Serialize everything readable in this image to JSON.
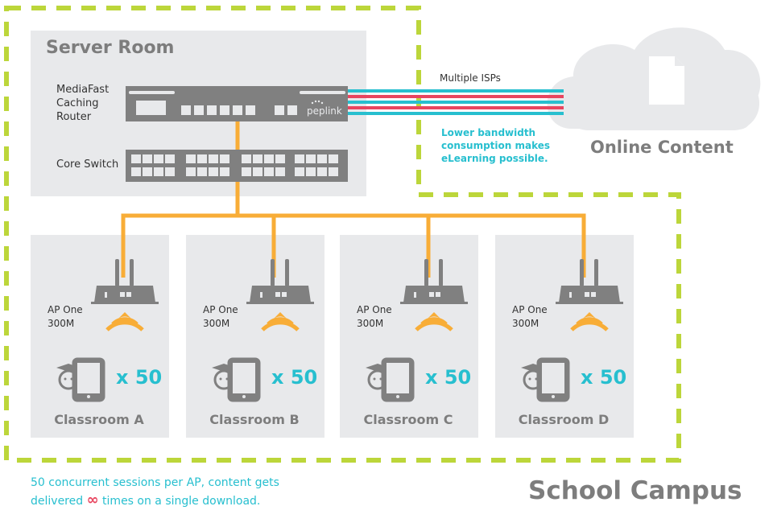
{
  "campus": {
    "title": "School Campus",
    "border_color": "#bcd63a"
  },
  "server_room": {
    "title": "Server Room",
    "router_label_lines": [
      "MediaFast",
      "Caching",
      "Router"
    ],
    "router_brand": "peplink",
    "switch_label": "Core Switch"
  },
  "isp": {
    "label": "Multiple ISPs",
    "line_colors": [
      "#27bfcf",
      "#e8455f",
      "#27bfcf",
      "#e8455f",
      "#27bfcf"
    ],
    "note_lines": [
      "Lower bandwidth",
      "consumption makes",
      "eLearning possible."
    ]
  },
  "cloud": {
    "label": "Online Content",
    "icon": "document-icon"
  },
  "classrooms": [
    {
      "name": "Classroom A",
      "ap_line1": "AP One",
      "ap_line2": "300M",
      "count": "x 50"
    },
    {
      "name": "Classroom B",
      "ap_line1": "AP One",
      "ap_line2": "300M",
      "count": "x 50"
    },
    {
      "name": "Classroom C",
      "ap_line1": "AP One",
      "ap_line2": "300M",
      "count": "x 50"
    },
    {
      "name": "Classroom D",
      "ap_line1": "AP One",
      "ap_line2": "300M",
      "count": "x 50"
    }
  ],
  "footer": {
    "line1": "50 concurrent sessions per AP, content gets",
    "line2_before": "delivered",
    "infinity": "∞",
    "line2_after": "times on a single download."
  },
  "colors": {
    "cable": "#f8ad37",
    "device": "#808080",
    "room_bg": "#e8e9eb",
    "accent_cyan": "#27bfcf",
    "accent_red": "#e8455f",
    "cloud": "#e8e9eb"
  }
}
